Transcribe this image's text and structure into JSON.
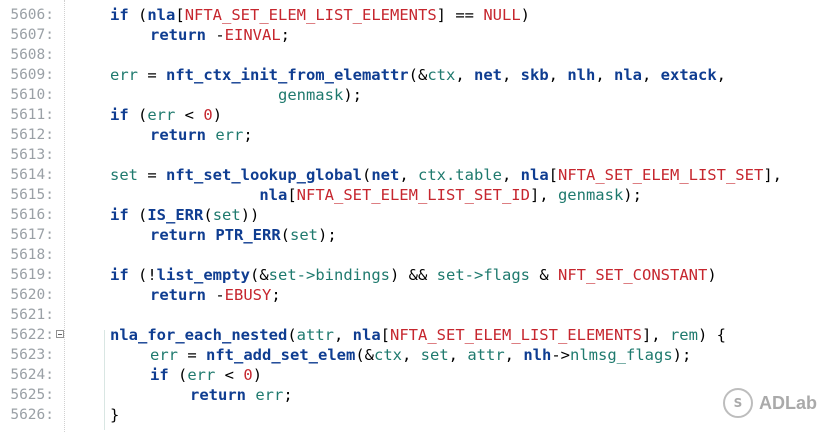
{
  "editor": {
    "lines": [
      {
        "n": "5606:",
        "tokens": [
          [
            "kw",
            "if"
          ],
          [
            "op",
            " ("
          ],
          [
            "fn",
            "nla"
          ],
          [
            "op",
            "["
          ],
          [
            "cst",
            "NFTA_SET_ELEM_LIST_ELEMENTS"
          ],
          [
            "op",
            "] == "
          ],
          [
            "cst",
            "NULL"
          ],
          [
            "op",
            ")"
          ]
        ],
        "indent": 0
      },
      {
        "n": "5607:",
        "tokens": [
          [
            "kw",
            "return"
          ],
          [
            "op",
            " -"
          ],
          [
            "cst",
            "EINVAL"
          ],
          [
            "op",
            ";"
          ]
        ],
        "indent": 1
      },
      {
        "n": "5608:",
        "tokens": [],
        "indent": 0
      },
      {
        "n": "5609:",
        "tokens": [
          [
            "id",
            "err"
          ],
          [
            "op",
            " = "
          ],
          [
            "fn",
            "nft_ctx_init_from_elemattr"
          ],
          [
            "op",
            "(&"
          ],
          [
            "id",
            "ctx"
          ],
          [
            "op",
            ", "
          ],
          [
            "fn",
            "net"
          ],
          [
            "op",
            ", "
          ],
          [
            "fn",
            "skb"
          ],
          [
            "op",
            ", "
          ],
          [
            "fn",
            "nlh"
          ],
          [
            "op",
            ", "
          ],
          [
            "fn",
            "nla"
          ],
          [
            "op",
            ", "
          ],
          [
            "fn",
            "extack"
          ],
          [
            "op",
            ","
          ]
        ],
        "indent": 0
      },
      {
        "n": "5610:",
        "tokens": [
          [
            "op",
            "                  "
          ],
          [
            "id",
            "genmask"
          ],
          [
            "op",
            ");"
          ]
        ],
        "indent": 0
      },
      {
        "n": "5611:",
        "tokens": [
          [
            "kw",
            "if"
          ],
          [
            "op",
            " ("
          ],
          [
            "id",
            "err"
          ],
          [
            "op",
            " < "
          ],
          [
            "num",
            "0"
          ],
          [
            "op",
            ")"
          ]
        ],
        "indent": 0
      },
      {
        "n": "5612:",
        "tokens": [
          [
            "kw",
            "return"
          ],
          [
            "op",
            " "
          ],
          [
            "id",
            "err"
          ],
          [
            "op",
            ";"
          ]
        ],
        "indent": 1
      },
      {
        "n": "5613:",
        "tokens": [],
        "indent": 0
      },
      {
        "n": "5614:",
        "tokens": [
          [
            "id",
            "set"
          ],
          [
            "op",
            " = "
          ],
          [
            "fn",
            "nft_set_lookup_global"
          ],
          [
            "op",
            "("
          ],
          [
            "fn",
            "net"
          ],
          [
            "op",
            ", "
          ],
          [
            "id",
            "ctx.table"
          ],
          [
            "op",
            ", "
          ],
          [
            "fn",
            "nla"
          ],
          [
            "op",
            "["
          ],
          [
            "cst",
            "NFTA_SET_ELEM_LIST_SET"
          ],
          [
            "op",
            "],"
          ]
        ],
        "indent": 0
      },
      {
        "n": "5615:",
        "tokens": [
          [
            "op",
            "                "
          ],
          [
            "fn",
            "nla"
          ],
          [
            "op",
            "["
          ],
          [
            "cst",
            "NFTA_SET_ELEM_LIST_SET_ID"
          ],
          [
            "op",
            "], "
          ],
          [
            "id",
            "genmask"
          ],
          [
            "op",
            ");"
          ]
        ],
        "indent": 0
      },
      {
        "n": "5616:",
        "tokens": [
          [
            "kw",
            "if"
          ],
          [
            "op",
            " ("
          ],
          [
            "fn",
            "IS_ERR"
          ],
          [
            "op",
            "("
          ],
          [
            "id",
            "set"
          ],
          [
            "op",
            "))"
          ]
        ],
        "indent": 0
      },
      {
        "n": "5617:",
        "tokens": [
          [
            "kw",
            "return"
          ],
          [
            "op",
            " "
          ],
          [
            "fn",
            "PTR_ERR"
          ],
          [
            "op",
            "("
          ],
          [
            "id",
            "set"
          ],
          [
            "op",
            ");"
          ]
        ],
        "indent": 1
      },
      {
        "n": "5618:",
        "tokens": [],
        "indent": 0
      },
      {
        "n": "5619:",
        "tokens": [
          [
            "kw",
            "if"
          ],
          [
            "op",
            " (!"
          ],
          [
            "fn",
            "list_empty"
          ],
          [
            "op",
            "(&"
          ],
          [
            "id",
            "set->bindings"
          ],
          [
            "op",
            ") && "
          ],
          [
            "id",
            "set->flags"
          ],
          [
            "op",
            " & "
          ],
          [
            "cst",
            "NFT_SET_CONSTANT"
          ],
          [
            "op",
            ")"
          ]
        ],
        "indent": 0
      },
      {
        "n": "5620:",
        "tokens": [
          [
            "kw",
            "return"
          ],
          [
            "op",
            " -"
          ],
          [
            "cst",
            "EBUSY"
          ],
          [
            "op",
            ";"
          ]
        ],
        "indent": 1
      },
      {
        "n": "5621:",
        "tokens": [],
        "indent": 0
      },
      {
        "n": "5622:",
        "tokens": [
          [
            "fn",
            "nla_for_each_nested"
          ],
          [
            "op",
            "("
          ],
          [
            "id",
            "attr"
          ],
          [
            "op",
            ", "
          ],
          [
            "fn",
            "nla"
          ],
          [
            "op",
            "["
          ],
          [
            "cst",
            "NFTA_SET_ELEM_LIST_ELEMENTS"
          ],
          [
            "op",
            "], "
          ],
          [
            "id",
            "rem"
          ],
          [
            "op",
            ") {"
          ]
        ],
        "indent": 0,
        "fold": true
      },
      {
        "n": "5623:",
        "tokens": [
          [
            "id",
            "err"
          ],
          [
            "op",
            " = "
          ],
          [
            "fn",
            "nft_add_set_elem"
          ],
          [
            "op",
            "(&"
          ],
          [
            "id",
            "ctx"
          ],
          [
            "op",
            ", "
          ],
          [
            "id",
            "set"
          ],
          [
            "op",
            ", "
          ],
          [
            "id",
            "attr"
          ],
          [
            "op",
            ", "
          ],
          [
            "fn",
            "nlh"
          ],
          [
            "op",
            "->"
          ],
          [
            "id",
            "nlmsg_flags"
          ],
          [
            "op",
            ");"
          ]
        ],
        "indent": 1
      },
      {
        "n": "5624:",
        "tokens": [
          [
            "kw",
            "if"
          ],
          [
            "op",
            " ("
          ],
          [
            "id",
            "err"
          ],
          [
            "op",
            " < "
          ],
          [
            "num",
            "0"
          ],
          [
            "op",
            ")"
          ]
        ],
        "indent": 1
      },
      {
        "n": "5625:",
        "tokens": [
          [
            "kw",
            "return"
          ],
          [
            "op",
            " "
          ],
          [
            "id",
            "err"
          ],
          [
            "op",
            ";"
          ]
        ],
        "indent": 2
      },
      {
        "n": "5626:",
        "tokens": [
          [
            "op",
            "}"
          ]
        ],
        "indent": 0
      }
    ]
  },
  "watermark": {
    "text": "ADLab",
    "logo": "Seebug"
  }
}
